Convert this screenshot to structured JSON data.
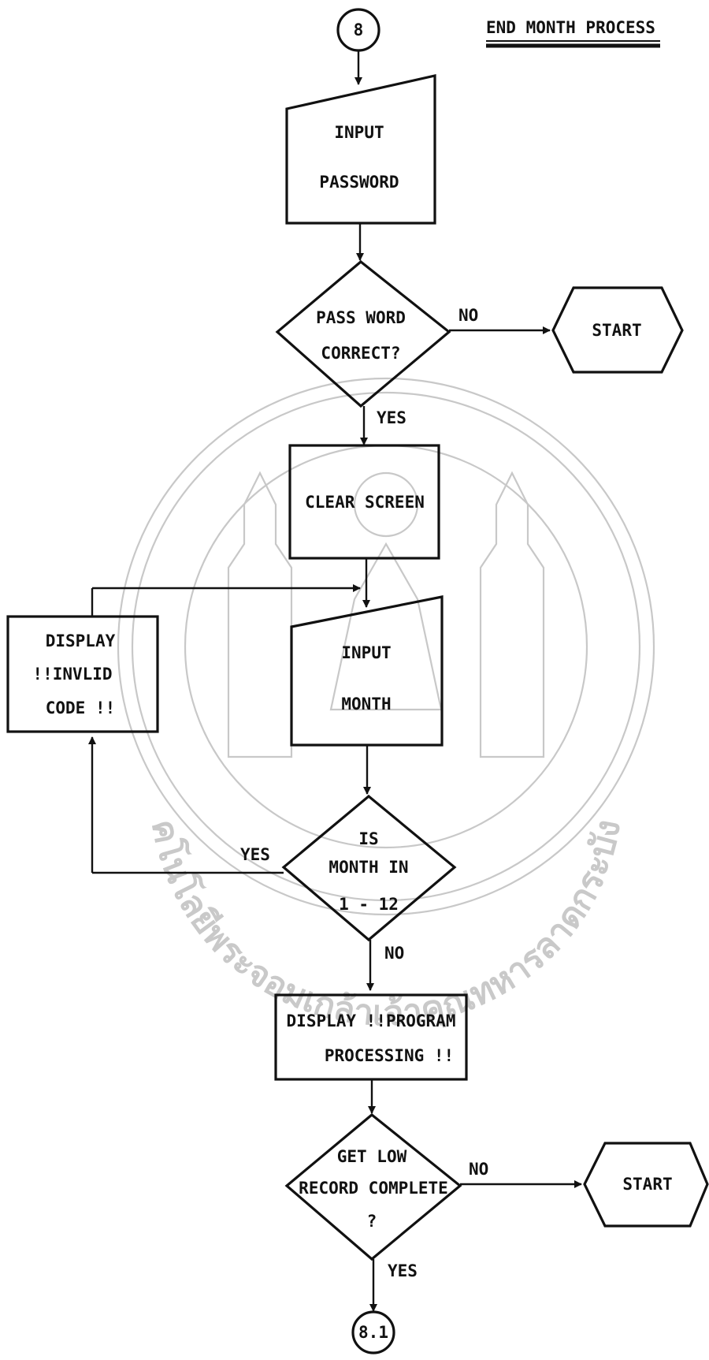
{
  "header": {
    "title": "END MONTH PROCESS"
  },
  "connectors": {
    "top": "8",
    "bottom": "8.1"
  },
  "steps": {
    "input_password": {
      "line1": "INPUT",
      "line2": "PASSWORD"
    },
    "password_check": {
      "line1": "PASS WORD",
      "line2": "CORRECT?"
    },
    "clear_screen": {
      "label": "CLEAR SCREEN"
    },
    "input_month": {
      "line1": "INPUT",
      "line2": "MONTH"
    },
    "month_check": {
      "line1": "IS",
      "line2": "MONTH IN",
      "line3": "1 - 12"
    },
    "display_processing": {
      "line1": "DISPLAY !!PROGRAM",
      "line2": "PROCESSING !!"
    },
    "record_check": {
      "line1": "GET LOW",
      "line2": "RECORD COMPLETE",
      "line3": "?"
    },
    "display_invalid": {
      "line1": "DISPLAY",
      "line2": "!!INVLID",
      "line3": "CODE !!"
    }
  },
  "terminals": {
    "start_1": "START",
    "start_2": "START"
  },
  "edge_labels": {
    "password_no": "NO",
    "password_yes": "YES",
    "month_yes": "YES",
    "month_no": "NO",
    "record_no": "NO",
    "record_yes": "YES"
  },
  "watermark": {
    "text": "คโนโลยีพระจอมเกล้าเจ้าคุณทหารลาดกระบัง"
  }
}
